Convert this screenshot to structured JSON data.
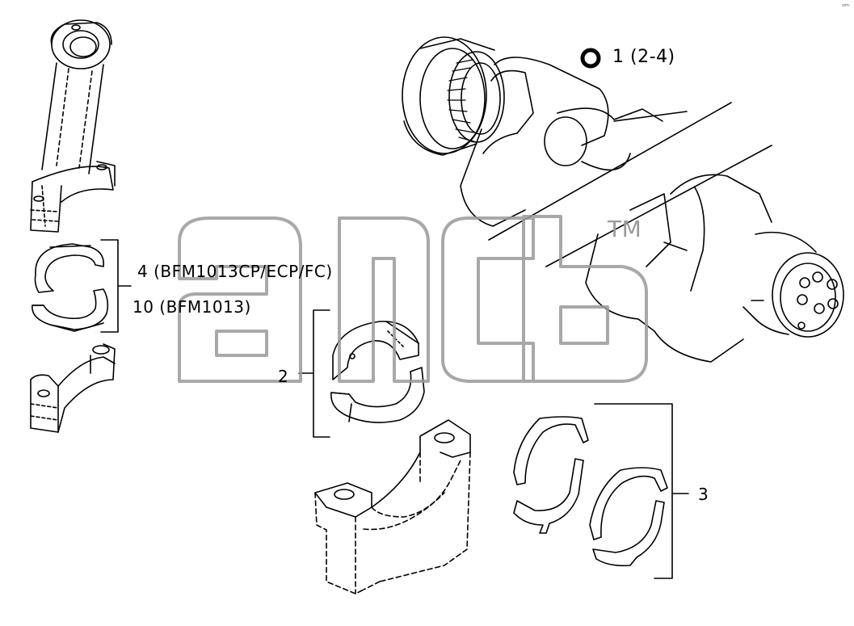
{
  "callouts": {
    "item_1": "1 (2-4)",
    "item_4": "4 (BFM1013CP/ECP/FC)",
    "item_10": "10 (BFM1013)",
    "item_2": "2",
    "item_3": "3"
  },
  "watermark": {
    "logo_text": "ancb",
    "tm": "TM"
  },
  "corner_mark": "sim",
  "colors": {
    "line": "#000000",
    "watermark": "#9a9a9a",
    "background": "#ffffff"
  }
}
